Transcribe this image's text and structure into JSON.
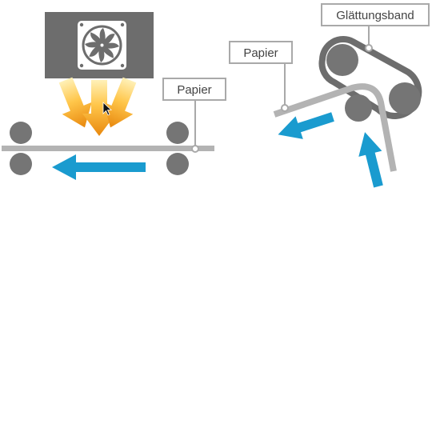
{
  "left_panel": {
    "paper_label": "Papier"
  },
  "right_panel": {
    "paper_label": "Papier",
    "belt_label": "Glättungsband"
  },
  "colors": {
    "machine": "#6d6d6d",
    "roller": "#757575",
    "paper": "#b3b3b3",
    "belt": "#6d6d6d",
    "arrow_blue": "#1a9bcf",
    "heat_light": "#ffe08a",
    "heat_dark": "#e8880e"
  },
  "icons": [
    "fan-icon",
    "heat-arrow-icon",
    "direction-arrow-icon",
    "cursor-icon"
  ]
}
